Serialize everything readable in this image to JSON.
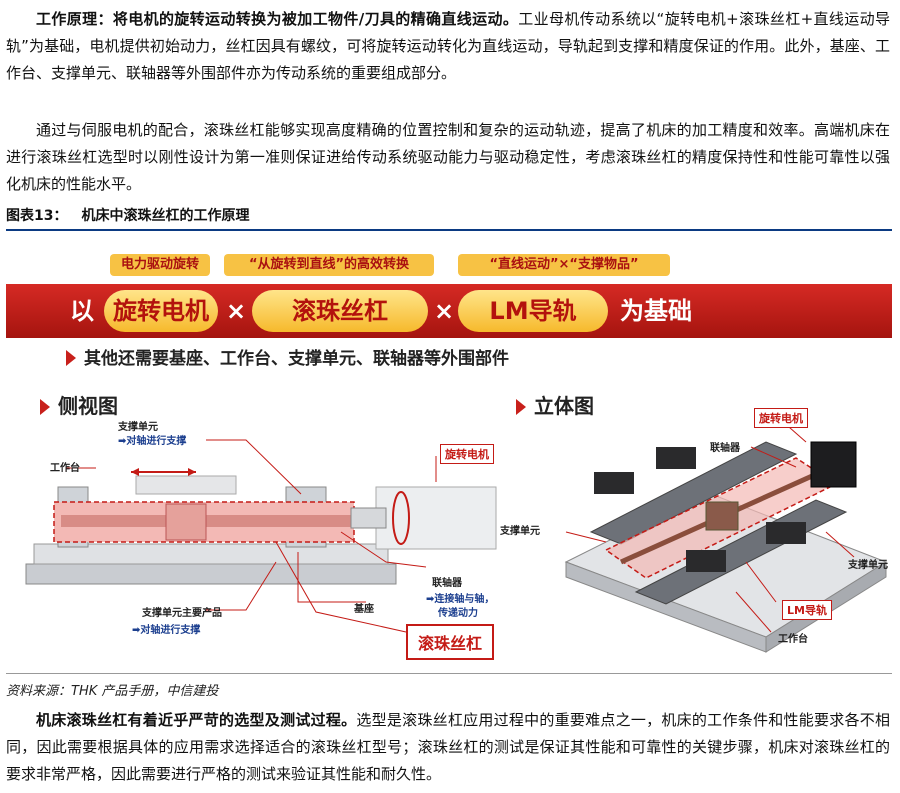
{
  "para1": {
    "bold": "工作原理：将电机的旋转运动转换为被加工物件/刀具的精确直线运动。",
    "text": "工业母机传动系统以“旋转电机+滚珠丝杠+直线运动导轨”为基础，电机提供初始动力，丝杠因具有螺纹，可将旋转运动转化为直线运动，导轨起到支撑和精度保证的作用。此外，基座、工作台、支撑单元、联轴器等外围部件亦为传动系统的重要组成部分。"
  },
  "para2": "通过与伺服电机的配合，滚珠丝杠能够实现高度精确的位置控制和复杂的运动轨迹，提高了机床的加工精度和效率。高端机床在进行滚珠丝杠选型时以刚性设计为第一准则保证进给传动系统驱动能力与驱动稳定性，考虑滚珠丝杠的精度保持性和性能可靠性以强化机床的性能水平。",
  "figure": {
    "number": "图表13：",
    "title": "机床中滚珠丝杠的工作原理",
    "tags": [
      "电力驱动旋转",
      "“从旋转到直线”的高效转换",
      "“直线运动”×“支撑物品”"
    ],
    "band": {
      "prefix": "以",
      "pill1": "旋转电机",
      "x1": "×",
      "pill2": "滚珠丝杠",
      "x2": "×",
      "pill3": "LM导轨",
      "suffix": "为基础"
    },
    "subtitle": "其他还需要基座、工作台、支撑单元、联轴器等外围部件",
    "side_view": {
      "title": "侧视图",
      "support_unit": "支撑单元",
      "support_unit_desc": "➡对轴进行支撑",
      "table": "工作台",
      "motor": "旋转电机",
      "coupling": "联轴器",
      "coupling_desc1": "➡连接轴与轴，",
      "coupling_desc2": "传递动力",
      "base": "基座",
      "support_main": "支撑单元主要产品",
      "support_main_desc": "➡对轴进行支撑",
      "ballscrew": "滚珠丝杠"
    },
    "iso_view": {
      "title": "立体图",
      "motor": "旋转电机",
      "coupling": "联轴器",
      "support_left": "支撑单元",
      "support_right": "支撑单元",
      "lm_guide": "LM导轨",
      "table": "工作台"
    },
    "colors": {
      "accent_red": "#c41b16",
      "pill_gold": "#f6b92c",
      "blue": "#1c3f8f"
    }
  },
  "source": "资料来源：THK 产品手册，中信建投",
  "para3": {
    "bold": "机床滚珠丝杠有着近乎严苛的选型及测试过程。",
    "text": "选型是滚珠丝杠应用过程中的重要难点之一，机床的工作条件和性能要求各不相同，因此需要根据具体的应用需求选择适合的滚珠丝杠型号；滚珠丝杠的测试是保证其性能和可靠性的关键步骤，机床对滚珠丝杠的要求非常严格，因此需要进行严格的测试来验证其性能和耐久性。"
  }
}
